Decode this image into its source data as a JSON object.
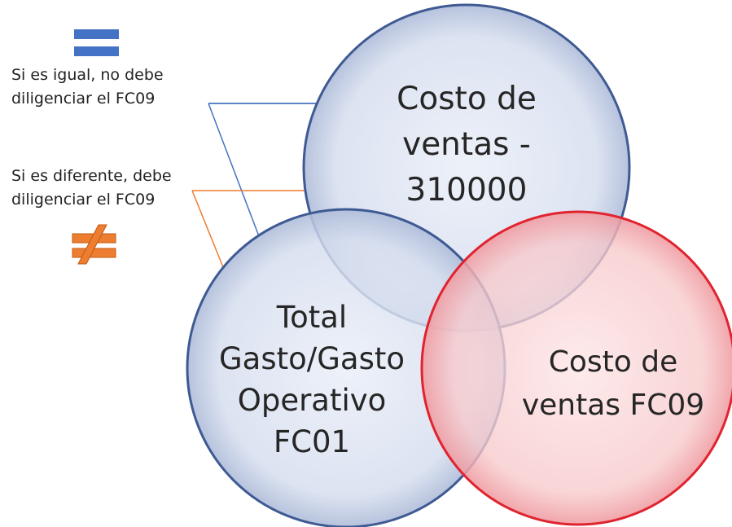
{
  "colors": {
    "blue_circle_fill": "#dbe3f1",
    "blue_circle_stroke": "#3f5a93",
    "red_circle_fill": "#f6c9cb",
    "red_circle_stroke": "#e0242f",
    "equal_connector": "#4472c4",
    "different_connector": "#ed7d31"
  },
  "legend": {
    "equal": {
      "icon": "equals-icon",
      "line1": "Si es igual, no debe",
      "line2": "diligenciar el FC09"
    },
    "different": {
      "icon": "not-equal-icon",
      "line1": "Si es diferente, debe",
      "line2": "diligenciar el FC09"
    }
  },
  "circles": {
    "top": {
      "lines": [
        "Costo de",
        "ventas -",
        "310000"
      ]
    },
    "left": {
      "lines": [
        "Total",
        "Gasto/Gasto",
        "Operativo",
        "FC01"
      ]
    },
    "right": {
      "lines": [
        "Costo de",
        "ventas FC09"
      ]
    }
  }
}
